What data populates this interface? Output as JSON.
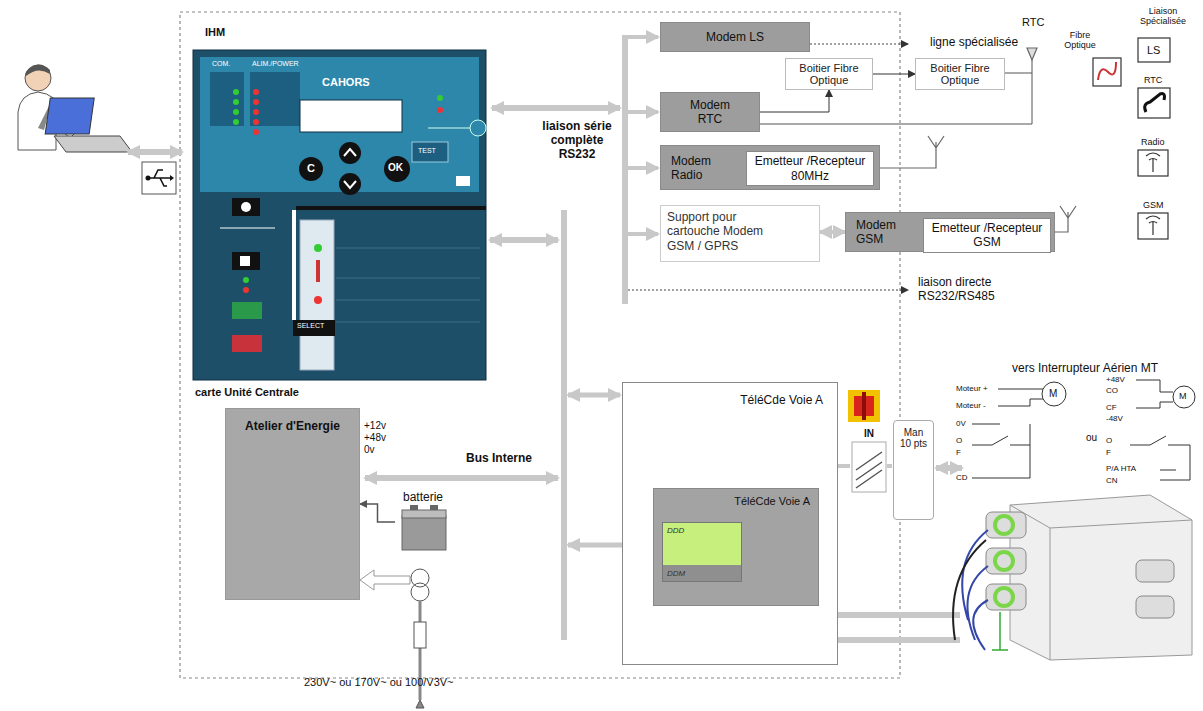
{
  "diagram": {
    "nodes": [
      {
        "text": [
          "Modem LS"
        ]
      },
      {
        "text": [
          "Modem RTC"
        ]
      },
      {
        "text": [
          "Boitier Fibre Optique"
        ]
      },
      {
        "text": [
          "Boitier Fibre Optique"
        ]
      },
      {
        "text": [
          "Modem Radio"
        ]
      },
      {
        "text": [
          "Emetteur /Recepteur 80MHz"
        ],
        "in": 4
      },
      {
        "text": [
          "Support pour cartouche Modem GSM / GPRS"
        ]
      },
      {
        "text": [
          "Modem GSM"
        ]
      },
      {
        "text": [
          "Emetteur /Recepteur GSM"
        ],
        "in": 7
      },
      {
        "text": [
          "Atelier d'Energie"
        ]
      },
      {
        "text": [
          "batterie"
        ]
      },
      {
        "text": [
          "TéléCde Voie A"
        ]
      },
      {
        "text": [
          "TéléCde Voie A"
        ],
        "in": 11
      },
      {
        "text": [
          "DDD",
          "DDM"
        ],
        "in": 12
      },
      {
        "text": [
          "Man 10 pts"
        ]
      }
    ],
    "edges": [
      {
        "from": 1,
        "to": 2,
        "arrow": "to"
      },
      {
        "from": 2,
        "to": 3,
        "arrow": "to"
      },
      {
        "from": 7,
        "to": 6,
        "arrow": "both"
      },
      {
        "from": 10,
        "to": 9,
        "arrow": "to"
      }
    ],
    "labels": [
      "IHM",
      "carte Unité Centrale",
      "COM.",
      "ALIM./POWER",
      "CAHORS",
      "C",
      "OK",
      "TEST",
      "SELECT",
      "liaison série complète RS232",
      "ligne spécialisée",
      "RTC",
      "liaison directe RS232/RS485",
      "Liaison Spécialisée",
      "LS",
      "Fibre Optique",
      "RTC",
      "Radio",
      "GSM",
      "+12v",
      "+48v",
      "0v",
      "Bus Interne",
      "IN",
      "230V~ ou 170V~ ou 100/V3V~",
      "vers Interrupteur Aérien MT",
      "Moteur +",
      "Moteur -",
      "M",
      "0V",
      "O",
      "F",
      "CD",
      "ou",
      "+48V",
      "CO",
      "M",
      "CF",
      "-48V",
      "O",
      "F",
      "P/A HTA",
      "CN"
    ]
  }
}
